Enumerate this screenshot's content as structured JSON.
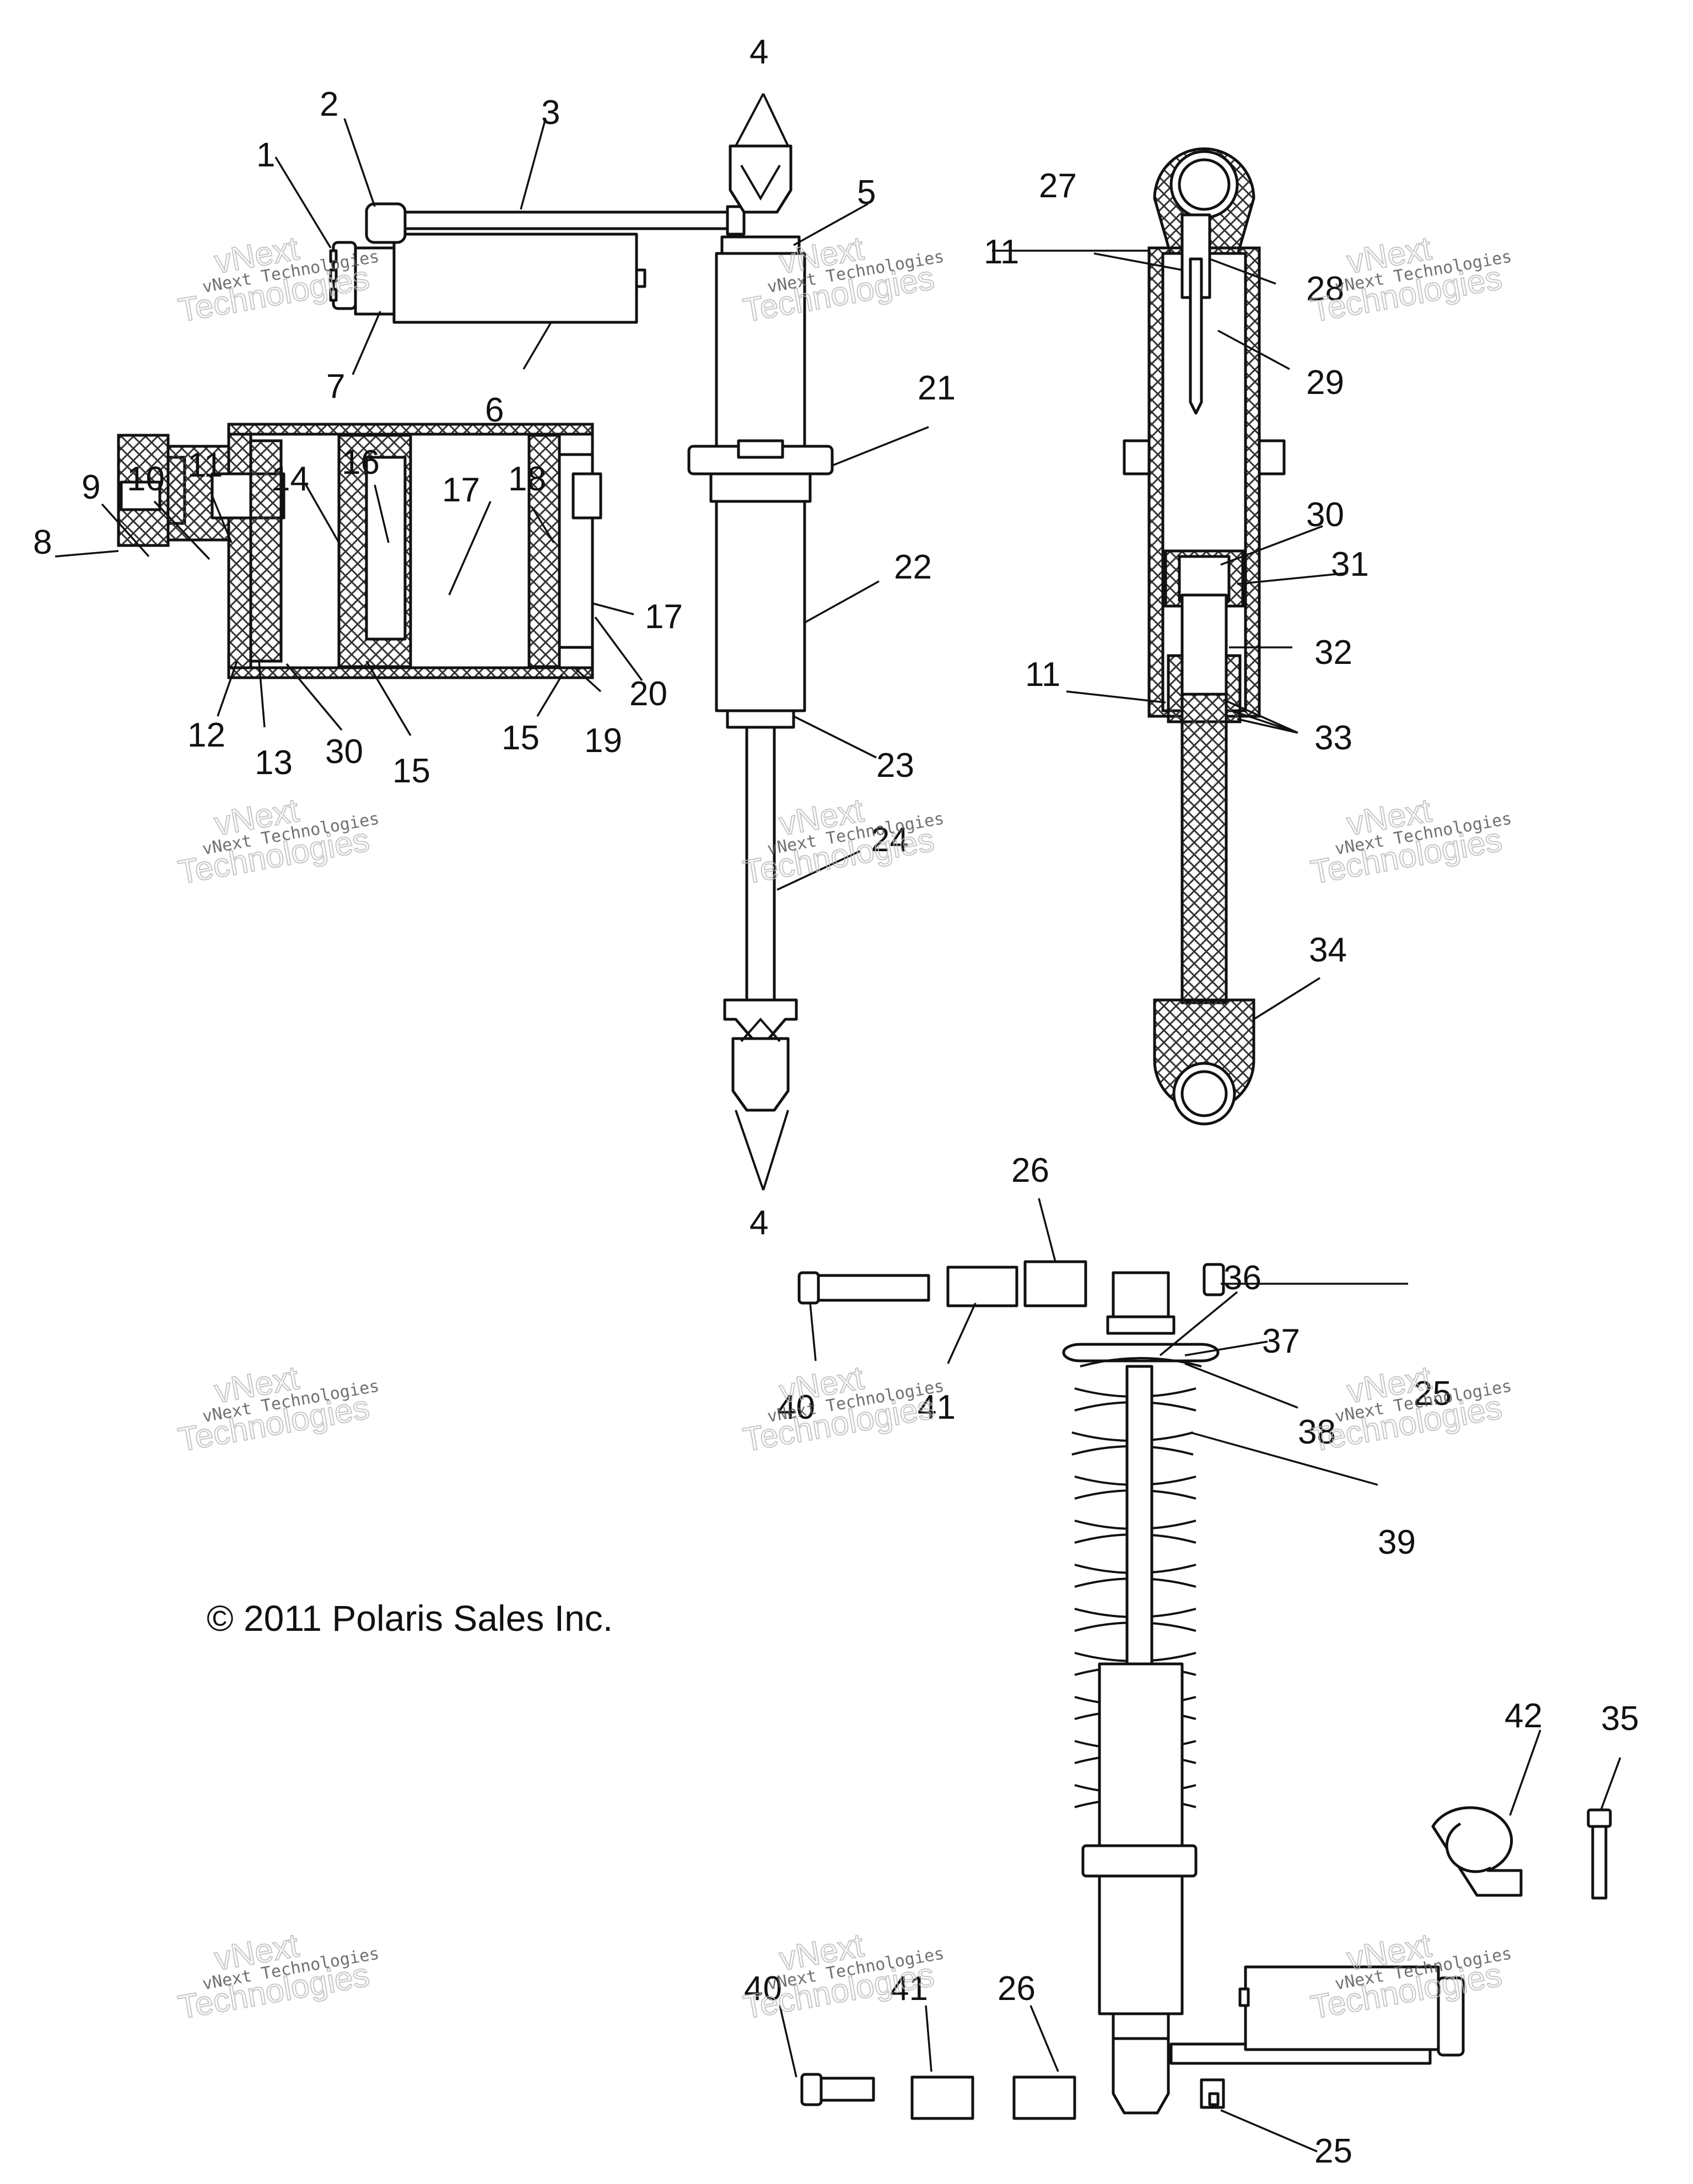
{
  "copyright": "© 2011 Polaris Sales Inc.",
  "watermark": {
    "line_small": "vNext Technologies",
    "line_big_1": "vNext",
    "line_big_2": "Technologies"
  },
  "callouts": {
    "c1": "1",
    "c2": "2",
    "c3": "3",
    "c4a": "4",
    "c4b": "4",
    "c5": "5",
    "c6": "6",
    "c7": "7",
    "c8": "8",
    "c9": "9",
    "c10": "10",
    "c11a": "11",
    "c11b": "11",
    "c11c": "11",
    "c12": "12",
    "c13": "13",
    "c14": "14",
    "c15a": "15",
    "c15b": "15",
    "c16": "16",
    "c17a": "17",
    "c17b": "17",
    "c18": "18",
    "c19": "19",
    "c20": "20",
    "c21": "21",
    "c22": "22",
    "c23": "23",
    "c24": "24",
    "c25a": "25",
    "c25b": "25",
    "c26a": "26",
    "c26b": "26",
    "c27": "27",
    "c28": "28",
    "c29": "29",
    "c30a": "30",
    "c30b": "30",
    "c31": "31",
    "c32": "32",
    "c33": "33",
    "c34": "34",
    "c35": "35",
    "c36": "36",
    "c37": "37",
    "c38": "38",
    "c39": "39",
    "c40a": "40",
    "c40b": "40",
    "c41a": "41",
    "c41b": "41",
    "c42": "42"
  }
}
